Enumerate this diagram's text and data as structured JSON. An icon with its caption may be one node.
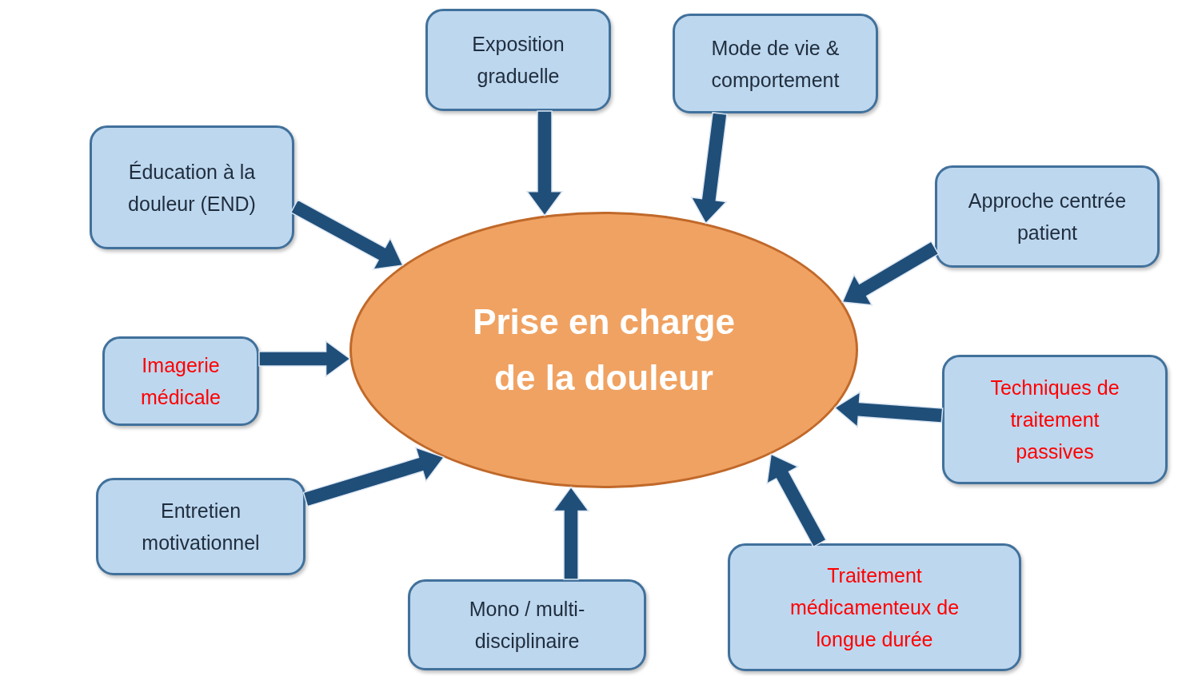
{
  "diagram": {
    "nodes": [
      {
        "text": [
          "Prise en charge de la douleur"
        ]
      },
      {
        "text": [
          "Exposition graduelle"
        ]
      },
      {
        "text": [
          "Mode de vie & comportement"
        ]
      },
      {
        "text": [
          "Éducation à la douleur (END)"
        ]
      },
      {
        "text": [
          "Approche centrée patient"
        ]
      },
      {
        "text": [
          "Imagerie médicale"
        ]
      },
      {
        "text": [
          "Techniques de traitement passives"
        ]
      },
      {
        "text": [
          "Entretien motivationnel"
        ]
      },
      {
        "text": [
          "Traitement médicamenteux de longue durée"
        ]
      },
      {
        "text": [
          "Mono / multi-disciplinaire"
        ]
      }
    ],
    "edges": [
      {
        "from": 1,
        "to": 0,
        "arrow": "to",
        "style": "thick"
      },
      {
        "from": 2,
        "to": 0,
        "arrow": "to",
        "style": "thick"
      },
      {
        "from": 3,
        "to": 0,
        "arrow": "to",
        "style": "thick"
      },
      {
        "from": 4,
        "to": 0,
        "arrow": "to",
        "style": "thick"
      },
      {
        "from": 5,
        "to": 0,
        "arrow": "to",
        "style": "thick"
      },
      {
        "from": 6,
        "to": 0,
        "arrow": "to",
        "style": "thick"
      },
      {
        "from": 7,
        "to": 0,
        "arrow": "to",
        "style": "thick"
      },
      {
        "from": 8,
        "to": 0,
        "arrow": "to",
        "style": "thick"
      },
      {
        "from": 9,
        "to": 0,
        "arrow": "to",
        "style": "thick"
      }
    ]
  }
}
